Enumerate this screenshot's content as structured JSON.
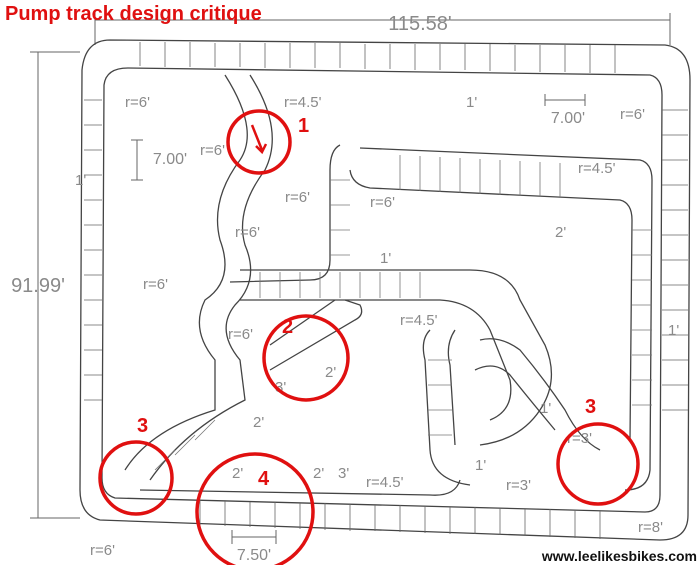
{
  "title": "Pump track design critique",
  "watermark": "www.leelikesbikes.com",
  "dimensions": {
    "overall_width": "115.58'",
    "overall_height": "91.99'",
    "top_spacing": "7.00'",
    "left_spacing": "7.00'",
    "bottom_spacing": "7.50'"
  },
  "labels": [
    "r=6'",
    "r=4.5'",
    "1'",
    "r=6'",
    "r=6'",
    "r=4.5'",
    "1'",
    "r=6'",
    "2'",
    "r=6'",
    "r=6'",
    "1'",
    "r=6'",
    "r=4.5'",
    "r=6'",
    "2'",
    "3'",
    "2'",
    "1'",
    "r=3'",
    "2'",
    "2'",
    "3'",
    "r=4.5'",
    "1'",
    "r=3'",
    "r=8'",
    "r=6'",
    "1'"
  ],
  "callouts": [
    "1",
    "2",
    "3",
    "3",
    "4"
  ],
  "colors": {
    "callout": "#e01010",
    "lines": "#555555",
    "dimension_text": "#8a8a8a"
  }
}
